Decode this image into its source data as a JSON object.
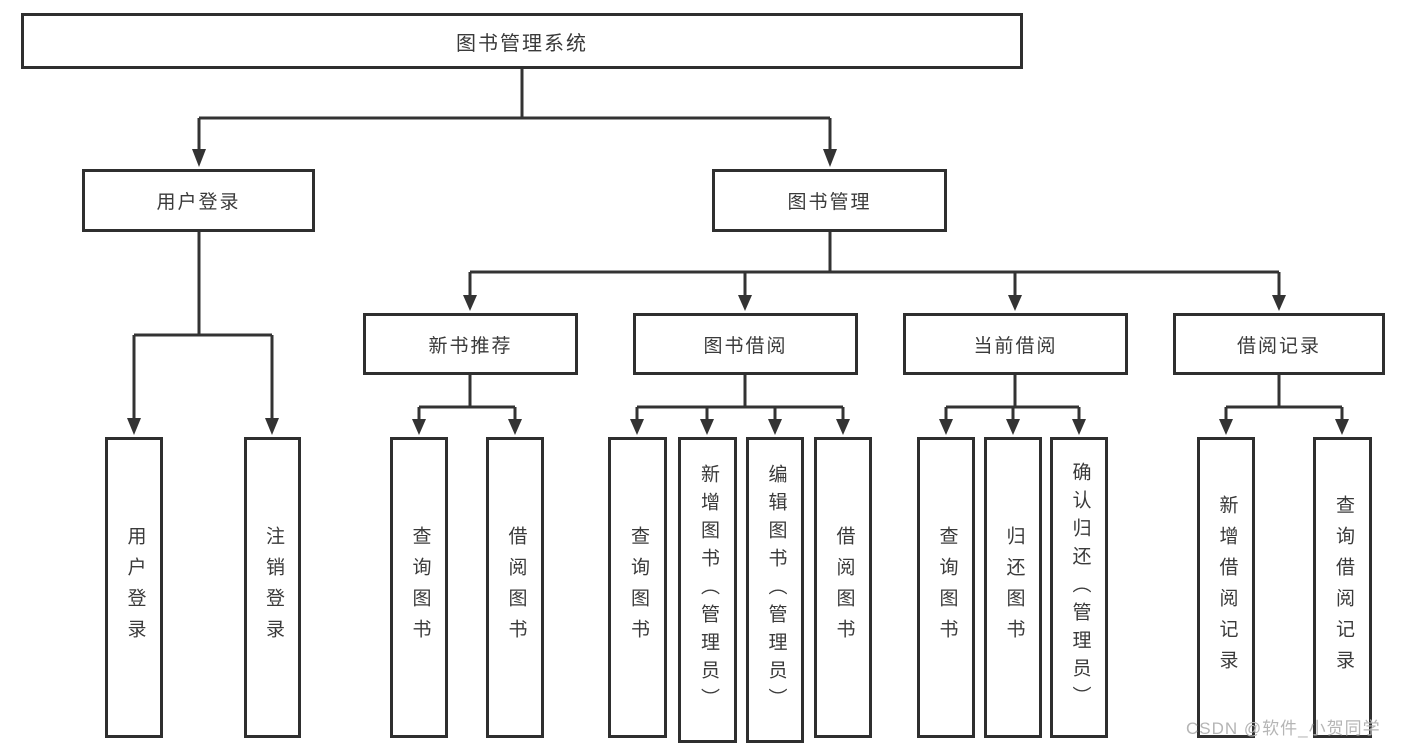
{
  "diagram": {
    "title": "图书管理系统",
    "nodes": {
      "root": "图书管理系统",
      "user_login": "用户登录",
      "book_mgmt": "图书管理",
      "new_book_rec": "新书推荐",
      "book_borrow": "图书借阅",
      "current_borrow": "当前借阅",
      "borrow_record": "借阅记录",
      "leaf_user_login": "用户登录",
      "leaf_logout": "注销登录",
      "leaf_query_book_rec": "查询图书",
      "leaf_borrow_book_rec": "借阅图书",
      "leaf_query_book_borrow": "查询图书",
      "leaf_add_book": "新增图书（管理员）",
      "leaf_edit_book": "编辑图书（管理员）",
      "leaf_borrow_book": "借阅图书",
      "leaf_query_book_current": "查询图书",
      "leaf_return_book": "归还图书",
      "leaf_confirm_return": "确认归还（管理员）",
      "leaf_add_record": "新增借阅记录",
      "leaf_query_record": "查询借阅记录"
    },
    "hierarchy": {
      "图书管理系统": {
        "用户登录": [
          "用户登录",
          "注销登录"
        ],
        "图书管理": {
          "新书推荐": [
            "查询图书",
            "借阅图书"
          ],
          "图书借阅": [
            "查询图书",
            "新增图书（管理员）",
            "编辑图书（管理员）",
            "借阅图书"
          ],
          "当前借阅": [
            "查询图书",
            "归还图书",
            "确认归还（管理员）"
          ],
          "借阅记录": [
            "新增借阅记录",
            "查询借阅记录"
          ]
        }
      }
    },
    "colors": {
      "line": "#333333",
      "box_border": "#2f2f2f",
      "text": "#3a3a3a",
      "watermark": "#b5b5b5",
      "background": "#ffffff"
    }
  },
  "watermark": {
    "text": "CSDN @软件_小贺同学"
  }
}
